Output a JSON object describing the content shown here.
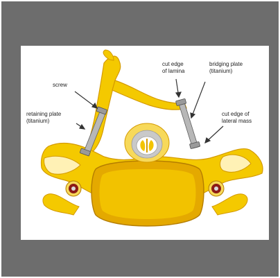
{
  "labels": {
    "screw": "screw",
    "retaining_plate": "retaining plate\n(titanium)",
    "cut_edge_lamina": "cut edge\nof lamina",
    "bridging_plate": "bridging plate\n(titanium)",
    "cut_edge_lateral_mass": "cut edge of\nlateral mass"
  },
  "colors": {
    "frame": "#6d6d6d",
    "bone": "#f2c200",
    "bone_dark": "#d79a00",
    "cord": "#ffffff",
    "canal": "#b9b9b9",
    "artery": "#8c1a16",
    "titanium": "#a8a8a8"
  }
}
